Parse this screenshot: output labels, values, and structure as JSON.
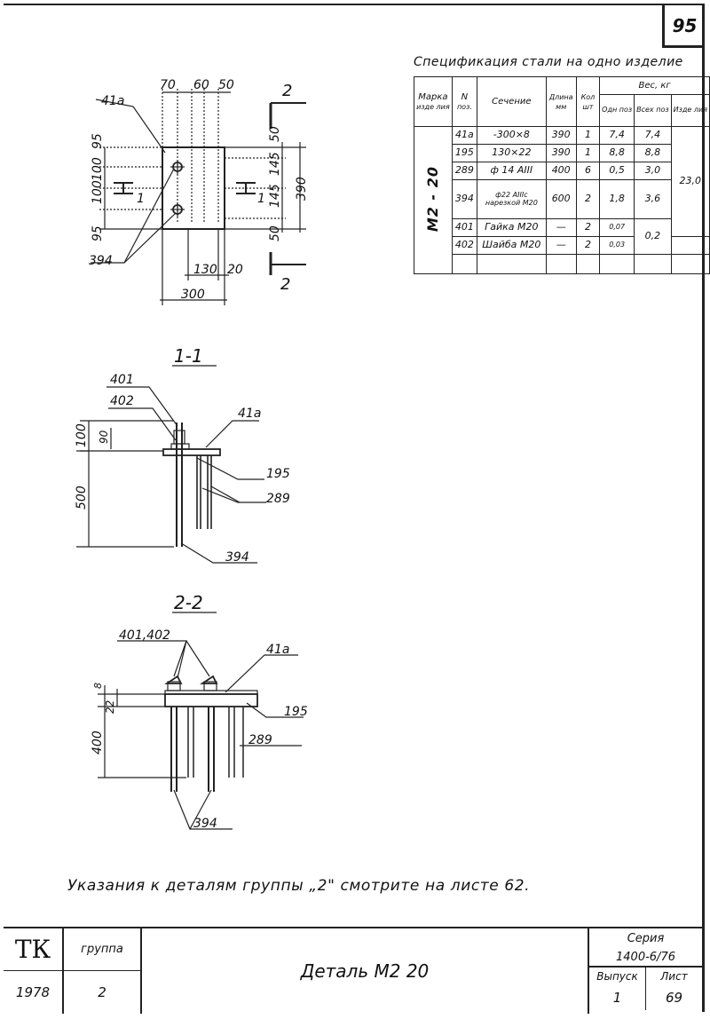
{
  "sheet_number": "95",
  "spec": {
    "title": "Спецификация стали на одно изделие",
    "headers": {
      "mark_line1": "Марка",
      "mark_line2": "изде лия",
      "num_line1": "N",
      "num_line2": "поз.",
      "section": "Сечение",
      "length_line1": "Длина",
      "length_line2": "мм",
      "qty_line1": "Кол",
      "qty_line2": "шт",
      "weight": "Вес, кг",
      "weight_one": "Одн поз",
      "weight_all": "Всех поз",
      "weight_item": "Изде лия"
    },
    "mark": "М2 - 20",
    "rows": [
      {
        "pos": "41а",
        "section": "-300×8",
        "length": "390",
        "qty": "1",
        "w_one": "7,4",
        "w_all": "7,4"
      },
      {
        "pos": "195",
        "section": "130×22",
        "length": "390",
        "qty": "1",
        "w_one": "8,8",
        "w_all": "8,8"
      },
      {
        "pos": "289",
        "section": "ф 14 АIII",
        "length": "400",
        "qty": "6",
        "w_one": "0,5",
        "w_all": "3,0"
      },
      {
        "pos": "394",
        "section": "ф22 АIIIс нарезкой М20",
        "length": "600",
        "qty": "2",
        "w_one": "1,8",
        "w_all": "3,6"
      },
      {
        "pos": "401",
        "section": "Гайка М20",
        "length": "—",
        "qty": "2",
        "w_one": "0,07",
        "w_all": "0,2"
      },
      {
        "pos": "402",
        "section": "Шайба М20",
        "length": "—",
        "qty": "2",
        "w_one": "0,03",
        "w_all": ""
      }
    ],
    "item_weight": "23,0"
  },
  "plan": {
    "pos_plate": "41а",
    "pos_bolt": "394",
    "dim_top": [
      "70",
      "60",
      "50"
    ],
    "dim_left": [
      "95",
      "100",
      "100",
      "95"
    ],
    "dim_right": [
      "50",
      "145",
      "145",
      "50"
    ],
    "dim_right_total": "390",
    "dim_bottom": [
      "130",
      "20"
    ],
    "dim_total_width": "300",
    "section_mark": "2",
    "section_tag": "1"
  },
  "section_1": {
    "title": "1-1",
    "labels": [
      "401",
      "402",
      "41а",
      "195",
      "289",
      "394"
    ],
    "dims": [
      "100",
      "90",
      "500"
    ]
  },
  "section_2": {
    "title": "2-2",
    "labels": [
      "401,402",
      "41а",
      "195",
      "289",
      "394"
    ],
    "dims": [
      "8",
      "22",
      "400"
    ]
  },
  "note": "Указания к деталям группы „2\" смотрите на листе 62.",
  "title_block": {
    "logo": "ТК",
    "group_label": "группа",
    "year": "1978",
    "group_value": "2",
    "title": "Деталь М2 20",
    "series_label": "Серия",
    "series_value": "1400-6/76",
    "issue_label": "Выпуск",
    "issue_value": "1",
    "sheet_label": "Лист",
    "sheet_value": "69"
  }
}
